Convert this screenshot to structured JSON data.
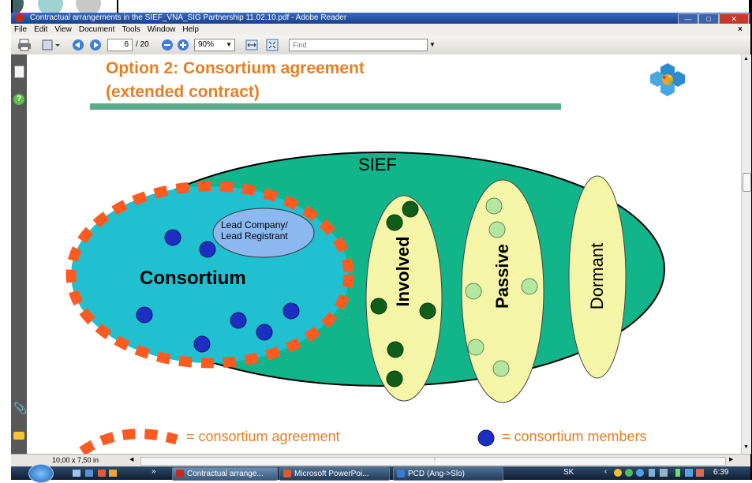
{
  "window": {
    "title": "Contractual arrangements in the SIEF_VNA_SIG Partnership 11.02.10.pdf - Adobe Reader"
  },
  "menu": [
    "File",
    "Edit",
    "View",
    "Document",
    "Tools",
    "Window",
    "Help"
  ],
  "toolbar": {
    "page_current": "6",
    "page_total": "/ 20",
    "zoom": "90%",
    "find_placeholder": "Find"
  },
  "slide": {
    "title_line1": "Option 2: Consortium agreement",
    "title_line2": "(extended contract)",
    "sief_label": "SIEF",
    "consortium_label": "Consortium",
    "lead_line1": "Lead Company/",
    "lead_line2": "Lead Registrant",
    "involved_label": "Involved",
    "passive_label": "Passive",
    "dormant_label": "Dormant",
    "legend_agreement": "= consortium agreement",
    "legend_members": "= consortium members"
  },
  "status": {
    "page_size": "10,00 x 7,50 in"
  },
  "taskbar": {
    "tasks": [
      "Contractual arrange...",
      "Microsoft PowerPoi...",
      "PCD (Ang->Slo)"
    ],
    "language": "SK",
    "clock": "6:39"
  },
  "colors": {
    "accent_orange": "#e67f22",
    "sief_green": "#12b48a",
    "consortium_cyan": "#20c0d0",
    "lead_blue": "#8cb8f0",
    "yellow_group": "#f5f5a8",
    "member_blue": "#1d2fc0",
    "involved_green": "#0f5d18",
    "passive_green": "#b5e6a0"
  }
}
